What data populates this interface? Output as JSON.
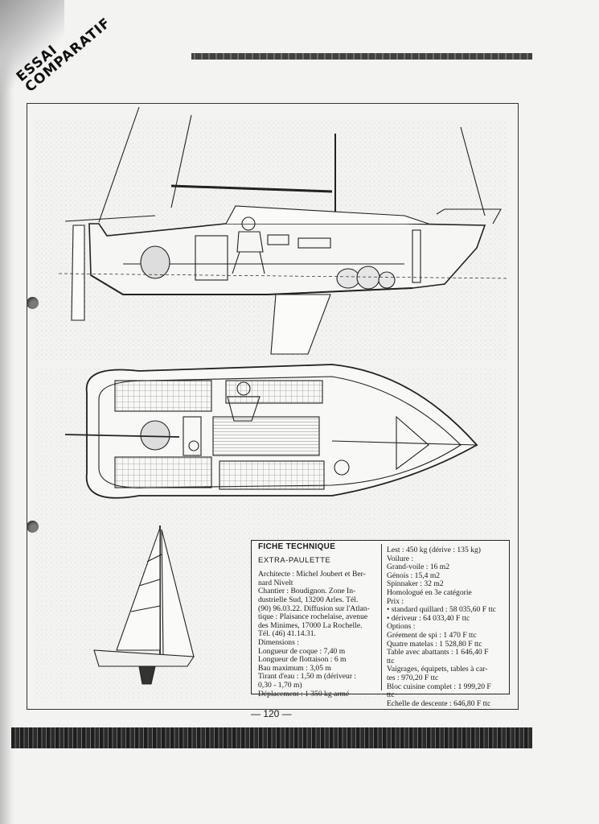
{
  "stamp": {
    "line1": "ESSAI",
    "line2": "COMPARATIF"
  },
  "fiche": {
    "title": "FICHE TECHNIQUE",
    "boat": "EXTRA-PAULETTE",
    "left_lines": [
      "Architecte : Michel Joubert et Ber-",
      "nard Nivelt",
      "Chantier : Boudignon. Zone In-",
      "dustrielle Sud, 13200 Arles. Tél.",
      "(90) 96.03.22. Diffusion sur l'Atlan-",
      "tique : Plaisance rochelaise, avenue",
      "des Minimes, 17000 La Rochelle.",
      "Tél. (46) 41.14.31.",
      "Dimensions :",
      "Longueur de coque : 7,40 m",
      "Longueur de flottaison : 6 m",
      "Bau maximum : 3,05 m",
      "Tirant d'eau : 1,50 m (dériveur :",
      "0,30 - 1,70 m)",
      "Déplacement : 1 350 kg armé"
    ],
    "right_lines": [
      "Lest : 450 kg (dérive : 135 kg)",
      "Voilure :",
      "Grand-voile : 16 m2",
      "Génois : 15,4 m2",
      "Spinnaker : 32 m2",
      "Homologué en 3e catégorie",
      "Prix :",
      "• standard quillard : 58 035,60 F ttc",
      "• dériveur : 64 033,40 F ttc",
      "Options :",
      "Gréement de spi : 1 470 F ttc",
      "Quatre matelas : 1 528,80 F ttc",
      "Table avec abattants : 1 646,40 F",
      "ttc",
      "Vaigrages, équipets, tables à car-",
      "tes : 970,20 F ttc",
      "Bloc cuisine complet : 1 999,20 F",
      "ttc",
      "Echelle de descente : 646,80 F ttc"
    ]
  },
  "page_number": "— 120 —"
}
